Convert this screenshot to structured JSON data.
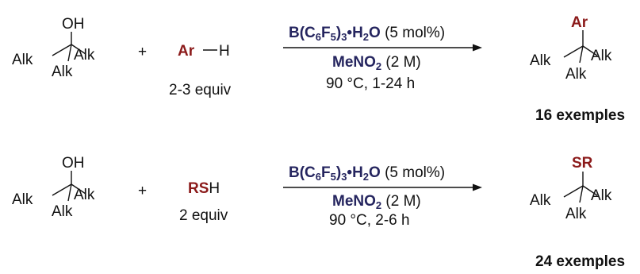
{
  "reactions": [
    {
      "reactant": {
        "top": "OH",
        "left": "Alk",
        "right": "Alk",
        "bottom": "Alk"
      },
      "plus": "+",
      "reagent": {
        "main": "Ar",
        "suffix": "H",
        "equiv": "2-3 equiv"
      },
      "conditions": {
        "catalyst": {
          "b": "B(C",
          "sub1": "6",
          "f": "F",
          "sub2": "5",
          "rest": ")",
          "sub3": "3",
          "water": "•H",
          "sub4": "2",
          "o": "O",
          "loading": "(5 mol%)"
        },
        "solvent": {
          "me": "MeNO",
          "sub": "2",
          "conc": "(2 M)"
        },
        "temp_time": "90 °C, 1-24 h"
      },
      "product": {
        "top": "Ar",
        "left": "Alk",
        "right": "Alk",
        "bottom": "Alk"
      },
      "scope": "16 exemples"
    },
    {
      "reactant": {
        "top": "OH",
        "left": "Alk",
        "right": "Alk",
        "bottom": "Alk"
      },
      "plus": "+",
      "reagent": {
        "main": "RS",
        "suffix": "H",
        "equiv": "2 equiv"
      },
      "conditions": {
        "catalyst": {
          "b": "B(C",
          "sub1": "6",
          "f": "F",
          "sub2": "5",
          "rest": ")",
          "sub3": "3",
          "water": "•H",
          "sub4": "2",
          "o": "O",
          "loading": "(5 mol%)"
        },
        "solvent": {
          "me": "MeNO",
          "sub": "2",
          "conc": "(2 M)"
        },
        "temp_time": "90 °C, 2-6 h"
      },
      "product": {
        "top": "SR",
        "left": "Alk",
        "right": "Alk",
        "bottom": "Alk"
      },
      "scope": "24 exemples"
    }
  ],
  "colors": {
    "catalyst": "#25255f",
    "substituent": "#8b1a1a"
  }
}
